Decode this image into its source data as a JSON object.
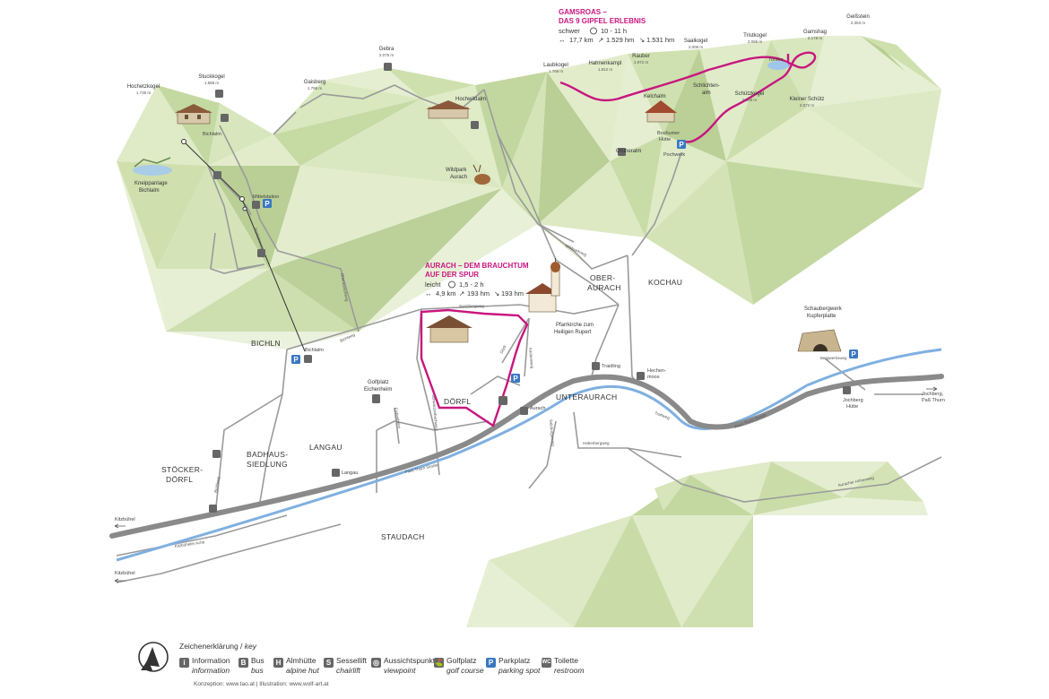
{
  "peaks": [
    {
      "name": "Hochetzkogel",
      "alt": "1.739 m"
    },
    {
      "name": "Stuckkogel",
      "alt": "1.888 m"
    },
    {
      "name": "Gaisberg",
      "alt": "1.798 m"
    },
    {
      "name": "Gebra",
      "alt": "2.075 m"
    },
    {
      "name": "Laubkogel",
      "alt": "1.769 m"
    },
    {
      "name": "Hahnenkampl",
      "alt": "1.812 m"
    },
    {
      "name": "Rauber",
      "alt": "1.972 m"
    },
    {
      "name": "Saalkogel",
      "alt": "2.006 m"
    },
    {
      "name": "Tristkogel",
      "alt": "2.096 m"
    },
    {
      "name": "Gamshag",
      "alt": "2.178 m"
    },
    {
      "name": "Geißstein",
      "alt": "2.363 m"
    },
    {
      "name": "Schützkogel",
      "alt": "2.049 m"
    },
    {
      "name": "Kleiner Schütz",
      "alt": "2.072 m"
    }
  ],
  "places": {
    "bichln": "BICHLN",
    "langau": "LANGAU",
    "badhaus": [
      "BADHAUS-",
      "SIEDLUNG"
    ],
    "stoecker": [
      "STÖCKER-",
      "DÖRFL"
    ],
    "staudach": "STAUDACH",
    "doerfl": "DÖRFL",
    "unteraurach": "UNTERAURACH",
    "oberaurach": [
      "OBER-",
      "AURACH"
    ],
    "kochau": "KOCHAU"
  },
  "pois": {
    "bichlalm": "Bichlalm",
    "kneipp": [
      "Kneippanlage",
      "Bichlalm"
    ],
    "mittelstation": "Mittelstation",
    "hochwildalm": "Hochwildalm",
    "wildpark": [
      "Wildpark",
      "Aurach"
    ],
    "kelchalm": "Kelchalm",
    "bochumer": [
      "Bochumer",
      "Hütte"
    ],
    "gruberalm": "Gruberalm",
    "pochwerk": "Pochwerk",
    "schlichtenalm": [
      "Schlichten-",
      "alm"
    ],
    "torsee": "Torsee",
    "pfarrkirche": [
      "Pfarrkirche zum",
      "Heiligen Rupert"
    ],
    "schauberg": [
      "Schaubergwerk",
      "Kupferplatte"
    ],
    "golfplatz": [
      "Golfplatz",
      "Eichenheim"
    ],
    "bichlalm_bus": "Bichlalm",
    "langau_bus": "Langau",
    "aurach_bus": "Aurach",
    "traidling": "Traidling",
    "hechenmoos": [
      "Hechen-",
      "moos"
    ],
    "jochberg": [
      "Jochberg",
      "Hütte"
    ],
    "bergwerksweg": "Bergwerksweg",
    "to_jochberg": [
      "Jochberg,",
      "Paß Thurn"
    ],
    "to_kitzbuehel1": "Kitzbühel",
    "to_kitzbuehel2": "Kitzbühel"
  },
  "streets": {
    "sonnbergweg": "Sonnbergweg",
    "wildparkweg": "Wildparkweg",
    "pass_thurn1": "Pass Thurn Straße",
    "pass_thurn2": "Pass Thurn Straße",
    "ache": "Kitzbüheler Ache",
    "haberbergweg": "Haberbergweg",
    "auracher_hoehenweg": "Auracher Höhenweg",
    "bichlweg": "Bichlweg",
    "bichlalmweg": "Bichlalmweg",
    "oberaurachweg": "Oberaurachweg",
    "bichlweg2": "Bichlweg",
    "eichenheimweg": "Eichenheim",
    "schwarzenbachweg": "Schwarzenbachweg",
    "salzburg": "Salzburgerweg",
    "kirchenweg": "Kirchenweg",
    "dorfweg": "Dörfl",
    "fussweg": "Trattweg"
  },
  "routes": {
    "gamsroas": {
      "title": [
        "GAMSROAS –",
        "DAS 9 GIPFEL ERLEBNIS"
      ],
      "level": "schwer",
      "time": "10 - 11 h",
      "distance": "17,7 km",
      "up": "1.529 hm",
      "down": "1.531 hm"
    },
    "aurach": {
      "title": [
        "AURACH – DEM BRAUCHTUM",
        "AUF DER SPUR"
      ],
      "level": "leicht",
      "time": "1,5 - 2 h",
      "distance": "4,9 km",
      "up": "193 hm",
      "down": "193 hm"
    }
  },
  "legend": {
    "title": "Zeichenerklärung",
    "title_en": "key",
    "items": [
      {
        "de": "Information",
        "en": "information",
        "icon": "i"
      },
      {
        "de": "Bus",
        "en": "bus",
        "icon": "B"
      },
      {
        "de": "Almhütte",
        "en": "alpine hut",
        "icon": "H"
      },
      {
        "de": "Sessellift",
        "en": "chairlift",
        "icon": "S"
      },
      {
        "de": "Aussichtspunkt",
        "en": "viewpoint",
        "icon": "◎"
      },
      {
        "de": "Golfplatz",
        "en": "golf course",
        "icon": "⛳"
      },
      {
        "de": "Parkplatz",
        "en": "parking spot",
        "icon": "P"
      },
      {
        "de": "Toilette",
        "en": "restroom",
        "icon": "WC"
      }
    ]
  },
  "credits": "Konzeption: www.tao.at | Illustration: www.wolf-art.at",
  "colors": {
    "hike": "#c8167f",
    "water": "#7fb0e0",
    "road": "#8a8a8a",
    "parking": "#3a78c2",
    "green_light": "#e4eed0",
    "green_mid": "#cddfae",
    "green_dark": "#b9cf96"
  }
}
